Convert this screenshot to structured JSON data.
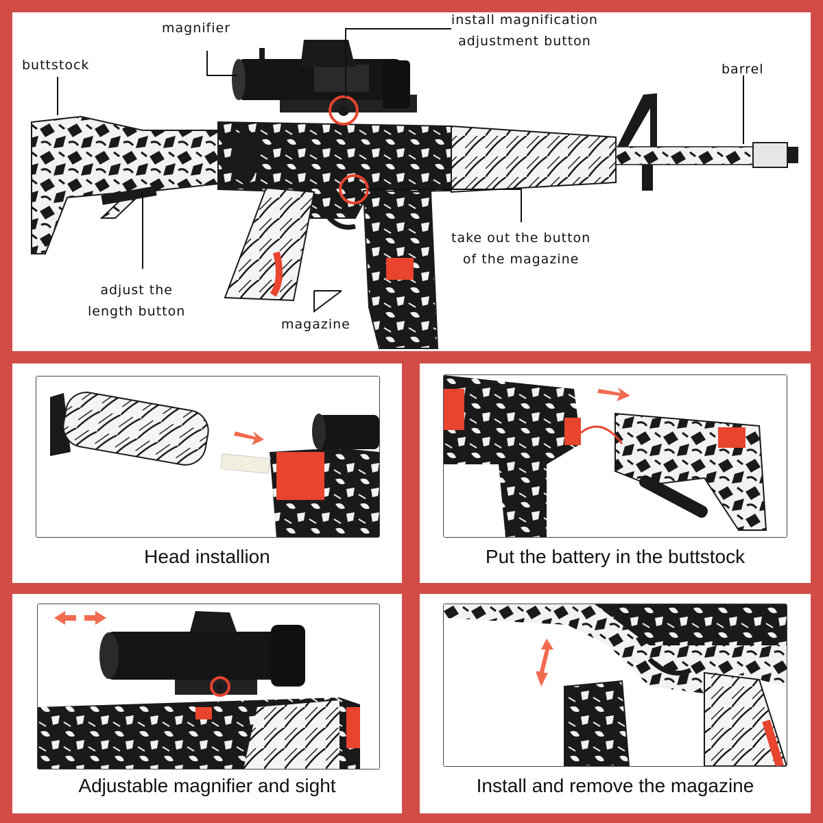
{
  "callouts": {
    "magnifier": "magnifier",
    "install_line1": "install magnification",
    "install_line2": "adjustment button",
    "buttstock": "buttstock",
    "barrel": "barrel",
    "take_out_line1": "take out the button",
    "take_out_line2": "of the magazine",
    "adjust_line1": "adjust the",
    "adjust_line2": "length button",
    "magazine": "magazine"
  },
  "panels": [
    {
      "caption": "Head installion"
    },
    {
      "caption": "Put the battery in the buttstock"
    },
    {
      "caption": "Adjustable magnifier and sight"
    },
    {
      "caption": "Install and remove the magazine"
    }
  ],
  "colors": {
    "frame": "#d24c47",
    "accent_red": "#e8442e",
    "arrow_orange": "#f26a4f",
    "gun_black": "#1a1a1a",
    "gun_white": "#f2f2f2"
  }
}
